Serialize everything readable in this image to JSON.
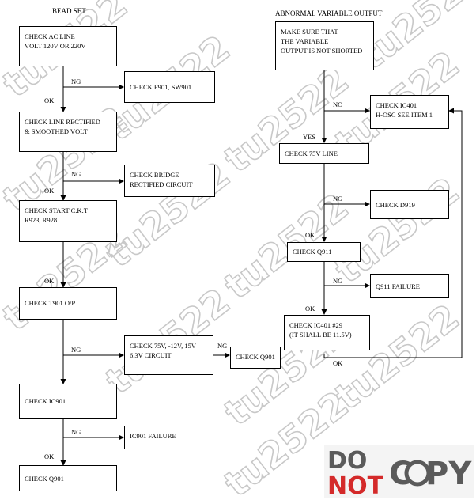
{
  "titles": {
    "left": "BEAD SET",
    "right": "ABNORMAL VARIABLE OUTPUT"
  },
  "left_flow": {
    "ac_line": "CHECK AC LINE\nVOLT 120V OR 220V",
    "f901": "CHECK F901, SW901",
    "line_rect": " CHECK LINE RECTIFIED\n& SMOOTHED VOLT",
    "bridge": "CHECK BRIDGE\nRECTIFIED CIRCUIT",
    "start_ckt": "CHECK START C.K.T\nR923, R928",
    "t901": "CHECK T901 O/P",
    "v_circuit": "CHECK 75V, -12V, 15V\n6.3V CIRCUIT",
    "q901_mid": "CHECK Q901",
    "ic901": "CHECK IC901",
    "ic901_fail": "IC901 FAILURE",
    "q901_bottom": "CHECK Q901"
  },
  "right_flow": {
    "make_sure": "MAKE SURE THAT\nTHE VARIABLE\n OUTPUT IS NOT SHORTED",
    "ic401": "CHECK IC401\nH-OSC SEE ITEM 1",
    "v75": "CHECK 75V LINE",
    "d919": "CHECK D919",
    "q911": "CHECK Q911",
    "q911_fail": "Q911 FAILURE",
    "ic401_29": "CHECK IC401 #29\n(IT SHALL BE 11.5V)"
  },
  "edge_labels": {
    "ng": "NG",
    "ok": "OK",
    "yes": "YES",
    "no": "NO"
  },
  "watermark": {
    "text": "tu2522",
    "color": "#c8c8c8"
  },
  "logo": {
    "word1": "DO",
    "word2": "NOT",
    "word3": "C",
    "word4": "PY",
    "gray": "#5a5a5a",
    "red": "#d42a2a"
  }
}
